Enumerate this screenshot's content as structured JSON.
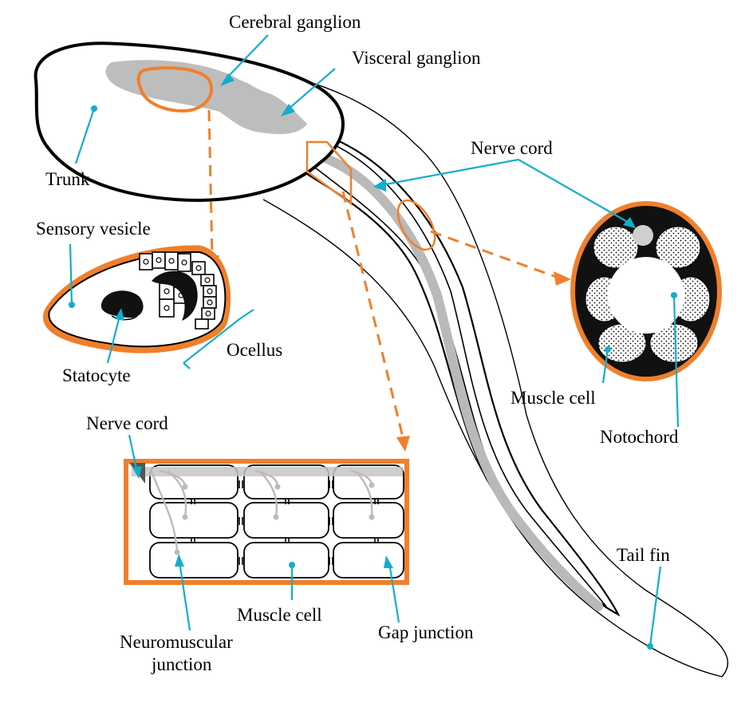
{
  "labels": {
    "cerebral_ganglion": "Cerebral ganglion",
    "visceral_ganglion": "Visceral ganglion",
    "trunk": "Trunk",
    "nerve_cord_top": "Nerve cord",
    "sensory_vesicle": "Sensory vesicle",
    "ocellus": "Ocellus",
    "statocyte": "Statocyte",
    "muscle_cell_right": "Muscle cell",
    "notochord": "Notochord",
    "nerve_cord_bottom": "Nerve cord",
    "tail_fin": "Tail fin",
    "muscle_cell_bottom": "Muscle cell",
    "gap_junction": "Gap junction",
    "neuromuscular_line1": "Neuromuscular",
    "neuromuscular_line2": "junction"
  },
  "colors": {
    "outline": "#000000",
    "ganglion_fill": "#bdbdbd",
    "highlight": "#f07f2b",
    "callout": "#12aecb"
  }
}
